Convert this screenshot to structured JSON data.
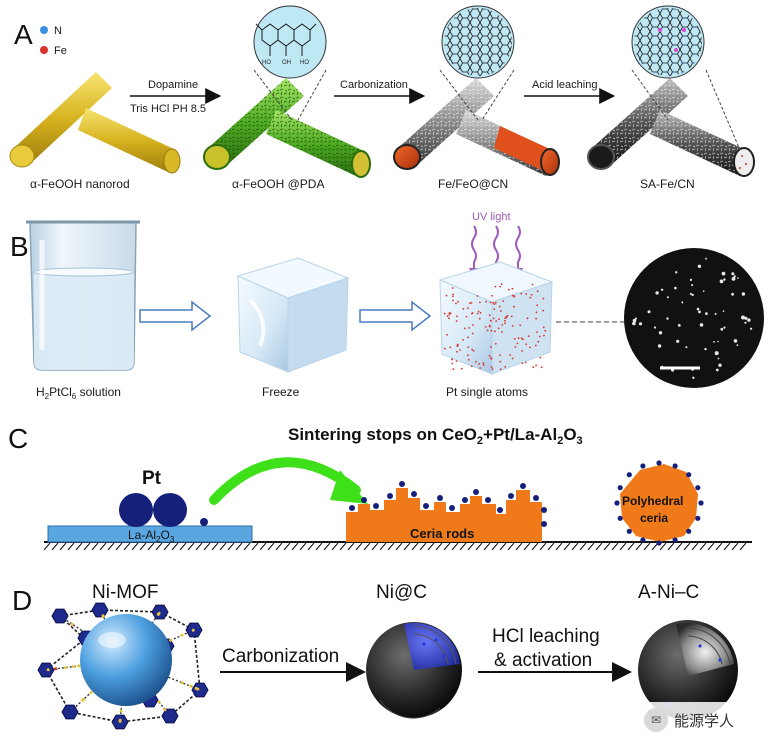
{
  "panels": {
    "A": {
      "letter": "A",
      "legend": {
        "n": "N",
        "fe": "Fe"
      },
      "arrows": {
        "step1_top": "Dopamine",
        "step1_bottom": "Tris HCl PH 8.5",
        "step2": "Carbonization",
        "step3": "Acid leaching"
      },
      "captions": [
        "α-FeOOH nanorod",
        "α-FeOOH @PDA",
        "Fe/FeO@CN",
        "SA-Fe/CN"
      ]
    },
    "B": {
      "letter": "B",
      "uv_label": "UV light",
      "captions": {
        "solution_prefix": "H",
        "solution_sub1": "2",
        "solution_mid": "PtCl",
        "solution_sub2": "6",
        "solution_suffix": " solution",
        "freeze": "Freeze",
        "pt": "Pt single atoms"
      }
    },
    "C": {
      "letter": "C",
      "title_prefix": "Sintering stops on CeO",
      "title_sub": "2",
      "title_suffix": "+Pt/La-Al",
      "title_sub2": "2",
      "title_o": "O",
      "title_sub3": "3",
      "pt_label": "Pt",
      "support_prefix": "La-Al",
      "support_sub1": "2",
      "support_o": "O",
      "support_sub2": "3",
      "ceria_rods": "Ceria rods",
      "polyhedral_1": "Polyhedral",
      "polyhedral_2": "ceria"
    },
    "D": {
      "letter": "D",
      "labels": [
        "Ni-MOF",
        "Ni@C",
        "A-Ni–C"
      ],
      "arrow1": "Carbonization",
      "arrow2_line1": "HCl leaching",
      "arrow2_line2": "& activation"
    }
  },
  "watermark": {
    "text": "能源学人"
  },
  "colors": {
    "gold": "#d8b420",
    "green": "#5fbf2a",
    "orange": "#f07a1a",
    "navy": "#15207a",
    "blue_bar": "#5aa6e0",
    "purple": "#a05ab8"
  }
}
